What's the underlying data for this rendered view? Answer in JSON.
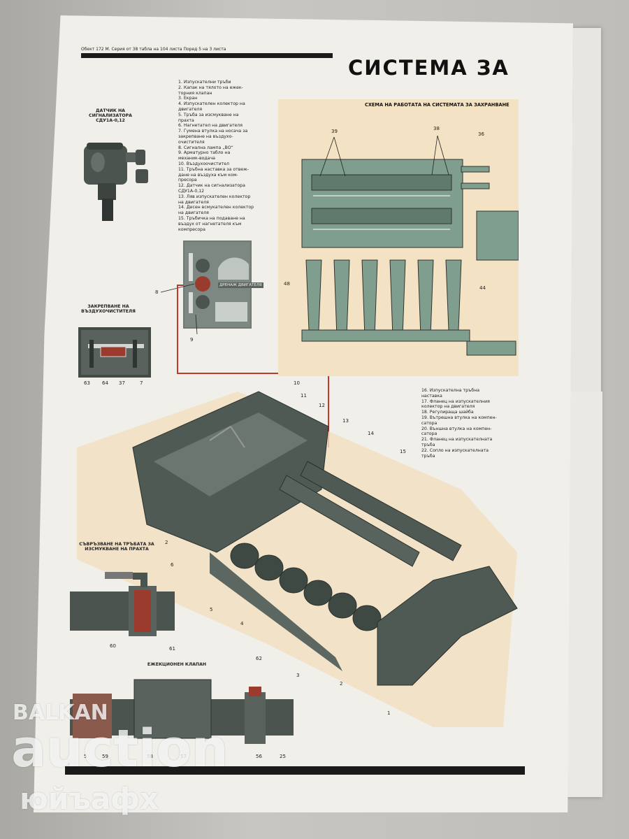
{
  "header": {
    "series_line": "Обект 172 М.  Серия от 38 табла на 104 листа    Поред 5 на 3 листа",
    "title": "СИСТЕМА  ЗА"
  },
  "sensor_panel": {
    "caption": "ДАТЧИК НА СИГНАЛИЗАТОРА СДУ1А-0,12"
  },
  "mount_panel": {
    "caption": "ЗАКРЕПВАНЕ НА ВЪЗДУХОЧИСТИТЕЛЯ",
    "callouts": [
      "63",
      "64",
      "37",
      "7"
    ]
  },
  "dashboard_panel": {
    "callouts": [
      "8",
      "9"
    ],
    "badge": "ДРЕНАЖ ДВИГАТЕЛЯ"
  },
  "connection_panel": {
    "caption": "СЪВРЪЗВАНЕ НА ТРЪБАТА ЗА ИЗСМУКВАНЕ НА ПРАХТА",
    "callouts": [
      "60",
      "61"
    ]
  },
  "valve_panel": {
    "caption": "ЕЖЕКЦИОНЕН КЛАПАН",
    "callouts": [
      "62",
      "5",
      "59",
      "58",
      "57",
      "56",
      "25"
    ]
  },
  "legend_top": [
    "1. Изпускателни тръби",
    "2. Капак на тялото на ежек-",
    "    торния клапан",
    "3. Екран",
    "4. Изпускателен колектор на",
    "    двигателя",
    "5. Тръба за изсмукване на",
    "    прахта",
    "6. Нагнетател на двигателя",
    "7. Гумена втулка на носача за",
    "    закрепване на въздухо-",
    "    очистителя",
    "8. Сигнална лампа „ВО“",
    "9. Арматурно табло на",
    "    механик-водача",
    "10. Въздухоочистител",
    "11. Тръбна наставка за отвеж-",
    "     дане на въздуха към ком-",
    "     пресора",
    "12. Датчик на сигнализатора",
    "     СДУ1А-0,12",
    "13. Ляв изпускателен колектор",
    "     на двигателя",
    "14. Десен всмукателен колектор",
    "     на двигателя",
    "15. Тръбичка на подаване на",
    "     въздух от нагнетателя към",
    "     компресора"
  ],
  "legend_right": [
    "16. Изпускателна тръбна",
    "      наставка",
    "17. Фланец на изпускателния",
    "      колектор на двигателя",
    "18. Регулираща шайба",
    "19. Вътрешна втулка на компен-",
    "      сатора",
    "20. Външна втулка на компен-",
    "      сатора",
    "21. Фланец на изпускателната",
    "      тръба",
    "22. Сопло на изпускателната",
    "      тръба"
  ],
  "schema": {
    "title": "СХЕМА НА РАБОТАТА НА СИСТЕМАТА ЗА ЗАХРАНВАНЕ",
    "callouts": [
      "39",
      "38",
      "36",
      "48",
      "44"
    ]
  },
  "engine_callouts": [
    "10",
    "11",
    "12",
    "13",
    "14",
    "15",
    "2",
    "6",
    "5",
    "4",
    "3",
    "2",
    "1"
  ],
  "watermark": {
    "line1": "BALKAN",
    "line2": "auction",
    "line3": "юйъафх"
  },
  "colors": {
    "paper": "#f1efe9",
    "schema_bg": "#f3e2c3",
    "machine": "#5f6a63",
    "accent_red": "#c0392b",
    "ink": "#1a1a1a"
  }
}
